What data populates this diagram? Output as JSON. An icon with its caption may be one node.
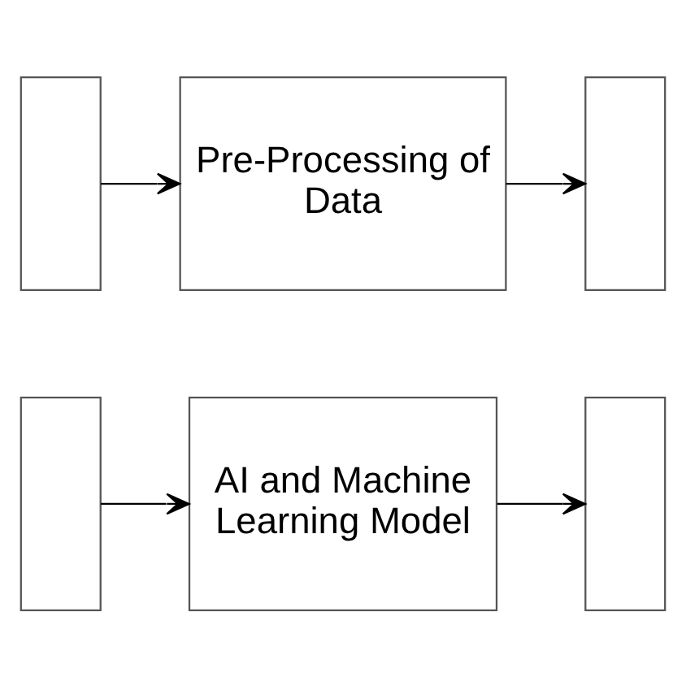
{
  "diagram": {
    "nodes": [
      {
        "text": [],
        "shape": "box"
      },
      {
        "text": [
          "Pre-Processing of Data"
        ]
      },
      {
        "text": [],
        "shape": "box"
      },
      {
        "text": [],
        "shape": "box"
      },
      {
        "text": [
          "AI and Machine Learning Model"
        ]
      },
      {
        "text": [],
        "shape": "box"
      }
    ],
    "edges": [
      {
        "from": 0,
        "to": 1,
        "arrow": "to"
      },
      {
        "from": 1,
        "to": 2,
        "arrow": "to"
      },
      {
        "from": 3,
        "to": 4,
        "arrow": "to"
      },
      {
        "from": 4,
        "to": 5,
        "arrow": "to"
      }
    ]
  }
}
